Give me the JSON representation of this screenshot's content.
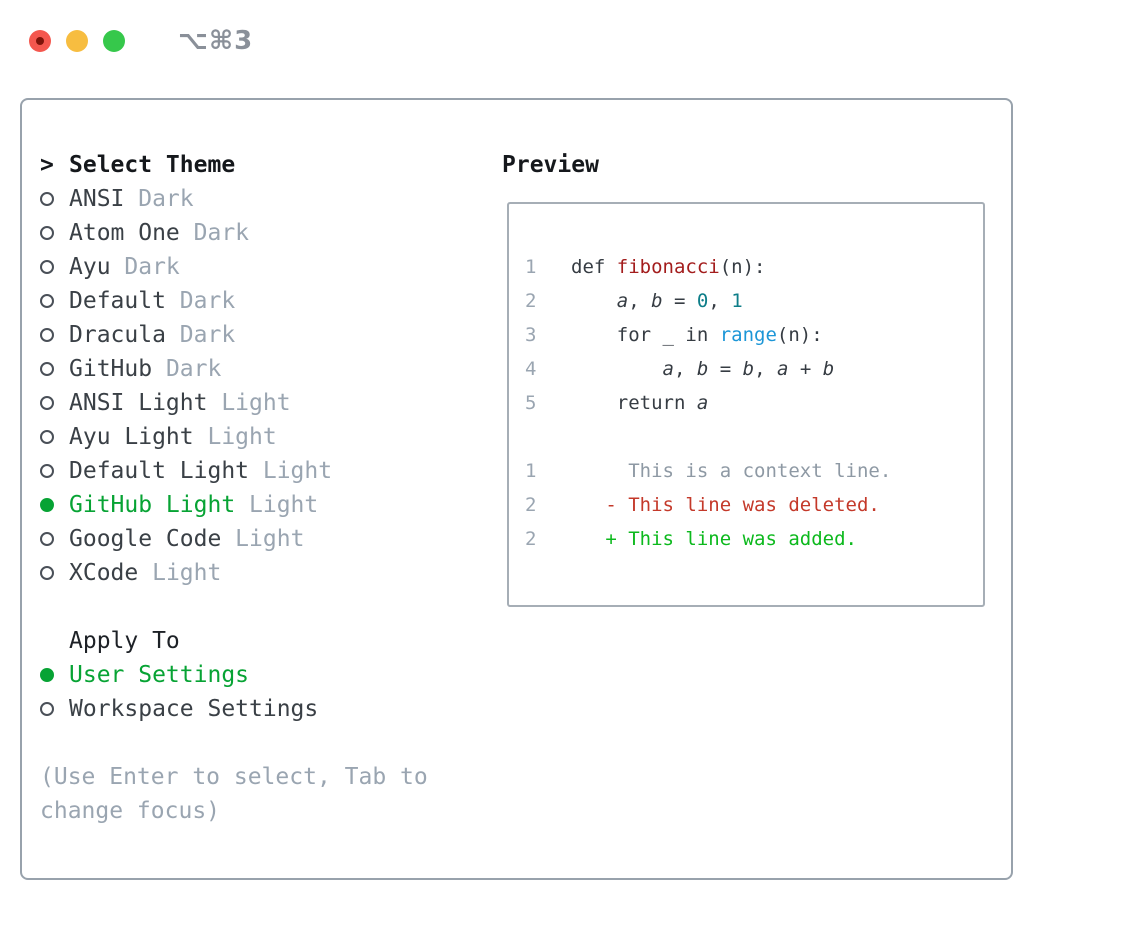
{
  "window": {
    "title": "⌥⌘3",
    "traffic_lights": [
      {
        "name": "close",
        "color": "#f4574e",
        "edited_dot_color": "#7e1309"
      },
      {
        "name": "minimize",
        "color": "#f7bd40"
      },
      {
        "name": "zoom",
        "color": "#36c84b"
      }
    ]
  },
  "colors": {
    "selection_green": "#07a334",
    "diff_added_green": "#0cb91d",
    "diff_deleted_red": "#c4392a",
    "function_red": "#a31d1d",
    "number_teal": "#0e7e89",
    "builtin_blue": "#1c96d7",
    "muted_gray": "#9aa5b1",
    "text_dark": "#3a4046",
    "panel_border_gray": "#98a2ac"
  },
  "theme_panel": {
    "cursor": ">",
    "header": "Select Theme",
    "items": [
      {
        "name": "ANSI",
        "tag": "Dark",
        "selected": false
      },
      {
        "name": "Atom One",
        "tag": "Dark",
        "selected": false
      },
      {
        "name": "Ayu",
        "tag": "Dark",
        "selected": false
      },
      {
        "name": "Default",
        "tag": "Dark",
        "selected": false
      },
      {
        "name": "Dracula",
        "tag": "Dark",
        "selected": false
      },
      {
        "name": "GitHub",
        "tag": "Dark",
        "selected": false
      },
      {
        "name": "ANSI Light",
        "tag": "Light",
        "selected": false
      },
      {
        "name": "Ayu Light",
        "tag": "Light",
        "selected": false
      },
      {
        "name": "Default Light",
        "tag": "Light",
        "selected": false
      },
      {
        "name": "GitHub Light",
        "tag": "Light",
        "selected": true
      },
      {
        "name": "Google Code",
        "tag": "Light",
        "selected": false
      },
      {
        "name": "XCode",
        "tag": "Light",
        "selected": false
      }
    ],
    "apply_to": {
      "header": "Apply To",
      "items": [
        {
          "label": "User Settings",
          "selected": true
        },
        {
          "label": "Workspace Settings",
          "selected": false
        }
      ]
    },
    "hint_lines": [
      "(Use Enter to select, Tab to",
      "change focus)"
    ]
  },
  "preview": {
    "title": "Preview",
    "code_lines": [
      {
        "num": "1",
        "segments": [
          {
            "t": "def ",
            "c": "t"
          },
          {
            "t": "fibonacci",
            "c": "fn"
          },
          {
            "t": "(n):",
            "c": "t"
          }
        ]
      },
      {
        "num": "2",
        "segments": [
          {
            "t": "    ",
            "c": "t"
          },
          {
            "t": "a",
            "c": "v"
          },
          {
            "t": ", ",
            "c": "t"
          },
          {
            "t": "b",
            "c": "v"
          },
          {
            "t": " = ",
            "c": "t"
          },
          {
            "t": "0",
            "c": "n"
          },
          {
            "t": ", ",
            "c": "t"
          },
          {
            "t": "1",
            "c": "n"
          }
        ]
      },
      {
        "num": "3",
        "segments": [
          {
            "t": "    for _ in ",
            "c": "t"
          },
          {
            "t": "range",
            "c": "b"
          },
          {
            "t": "(n):",
            "c": "t"
          }
        ]
      },
      {
        "num": "4",
        "segments": [
          {
            "t": "        ",
            "c": "t"
          },
          {
            "t": "a",
            "c": "v"
          },
          {
            "t": ", ",
            "c": "t"
          },
          {
            "t": "b",
            "c": "v"
          },
          {
            "t": " = ",
            "c": "t"
          },
          {
            "t": "b",
            "c": "v"
          },
          {
            "t": ", ",
            "c": "t"
          },
          {
            "t": "a",
            "c": "v"
          },
          {
            "t": " + ",
            "c": "t"
          },
          {
            "t": "b",
            "c": "v"
          }
        ]
      },
      {
        "num": "5",
        "segments": [
          {
            "t": "    return ",
            "c": "t"
          },
          {
            "t": "a",
            "c": "v"
          }
        ]
      },
      {
        "blank": true
      },
      {
        "num": "1",
        "segments": [
          {
            "t": "     This is a context line.",
            "c": "ctx"
          }
        ]
      },
      {
        "num": "2",
        "segments": [
          {
            "t": "   - This line was deleted.",
            "c": "del"
          }
        ]
      },
      {
        "num": "2",
        "segments": [
          {
            "t": "   + This line was added.",
            "c": "add"
          }
        ]
      }
    ]
  }
}
